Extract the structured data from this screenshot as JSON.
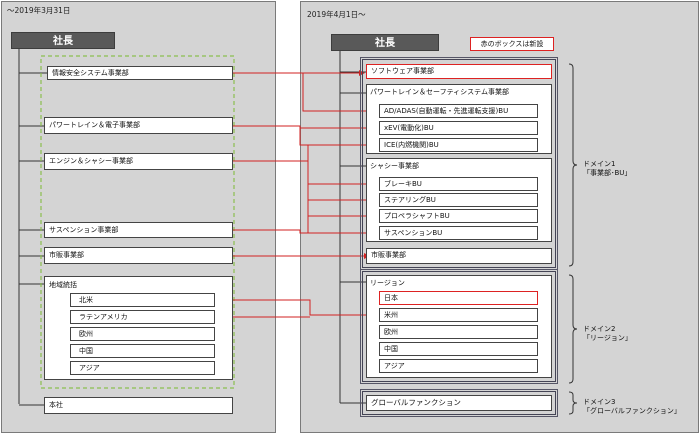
{
  "left": {
    "date": "～2019年3月31日",
    "ceo": "社長",
    "divisions": [
      "情報安全システム事業部",
      "パワートレイン＆電子事業部",
      "エンジン＆シャシー事業部",
      "サスペンション事業部",
      "市販事業部"
    ],
    "regional_title": "地域統括",
    "regions": [
      "北米",
      "ラテンアメリカ",
      "欧州",
      "中国",
      "アジア"
    ],
    "hq": "本社"
  },
  "right": {
    "date": "2019年4月1日～",
    "ceo": "社長",
    "legend": "赤のボックスは新設",
    "software": "ソフトウェア事業部",
    "powertrain_group": "パワートレイン＆セーフティシステム事業部",
    "powertrain_bus": [
      "AD/ADAS(自動運転・先進運転支援)BU",
      "xEV(電動化)BU",
      "ICE(内燃機関)BU"
    ],
    "chassis_group": "シャシー事業部",
    "chassis_bus": [
      "ブレーキBU",
      "ステアリングBU",
      "プロペラシャフトBU",
      "サスペンションBU"
    ],
    "aftermarket": "市販事業部",
    "region_group": "リージョン",
    "regions": [
      "日本",
      "米州",
      "欧州",
      "中国",
      "アジア"
    ],
    "global": "グローバルファンクション"
  },
  "domains": [
    {
      "line1": "ドメイン1",
      "line2": "「事業部･BU」"
    },
    {
      "line1": "ドメイン2",
      "line2": "「リージョン」"
    },
    {
      "line1": "ドメイン3",
      "line2": "「グローバルファンクション」"
    }
  ],
  "colors": {
    "connector": "#d22222",
    "panel": "#d4d4d4",
    "ceo": "#595959",
    "dashed_group": "#8bbf4f"
  }
}
